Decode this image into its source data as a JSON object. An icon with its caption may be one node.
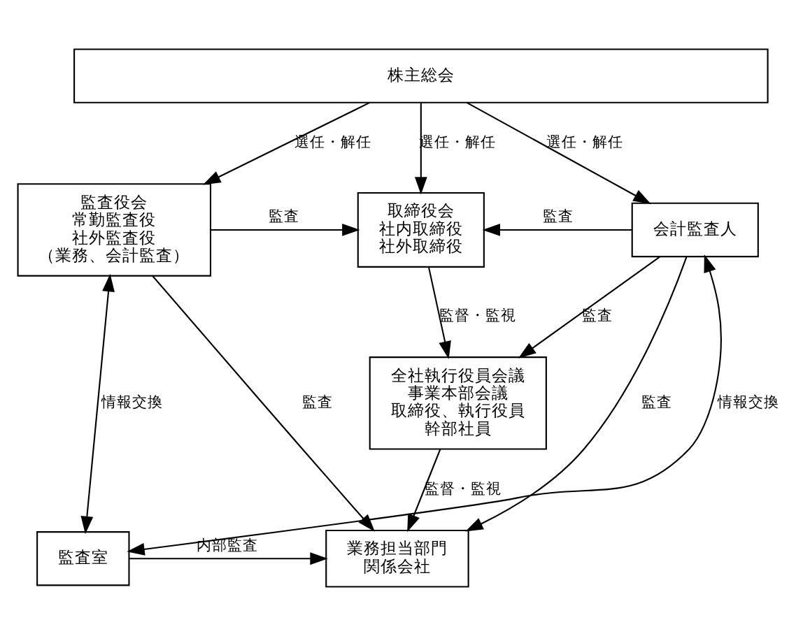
{
  "diagram": {
    "nodes": [
      {
        "text": [
          "株主総会"
        ]
      },
      {
        "text": [
          "監査役会",
          "常勤監査役",
          "社外監査役",
          "（業務、会計監査）"
        ]
      },
      {
        "text": [
          "取締役会",
          "社内取締役",
          "社外取締役"
        ]
      },
      {
        "text": [
          "会計監査人"
        ]
      },
      {
        "text": [
          "全社執行役員会議",
          "事業本部会議",
          "取締役、執行役員",
          "幹部社員"
        ]
      },
      {
        "text": [
          "監査室"
        ]
      },
      {
        "text": [
          "業務担当部門",
          "関係会社"
        ]
      }
    ],
    "edges": [
      {
        "from": 0,
        "to": 1,
        "arrow": "to",
        "label": "選任・解任"
      },
      {
        "from": 0,
        "to": 2,
        "arrow": "to",
        "label": "選任・解任"
      },
      {
        "from": 0,
        "to": 3,
        "arrow": "to",
        "label": "選任・解任"
      },
      {
        "from": 1,
        "to": 2,
        "arrow": "to",
        "label": "監査"
      },
      {
        "from": 3,
        "to": 2,
        "arrow": "to",
        "label": "監査"
      },
      {
        "from": 2,
        "to": 4,
        "arrow": "to",
        "label": "監督・監視"
      },
      {
        "from": 3,
        "to": 4,
        "arrow": "to",
        "label": "監査"
      },
      {
        "from": 1,
        "to": 6,
        "arrow": "to",
        "label": "監査"
      },
      {
        "from": 4,
        "to": 6,
        "arrow": "to",
        "label": "監督・監視"
      },
      {
        "from": 1,
        "to": 5,
        "arrow": "both",
        "label": "情報交換"
      },
      {
        "from": 5,
        "to": 6,
        "arrow": "to",
        "label": "内部監査"
      },
      {
        "from": 3,
        "to": 6,
        "arrow": "to",
        "label": "監査"
      },
      {
        "from": 5,
        "to": 3,
        "arrow": "both",
        "label": "情報交換"
      }
    ]
  }
}
